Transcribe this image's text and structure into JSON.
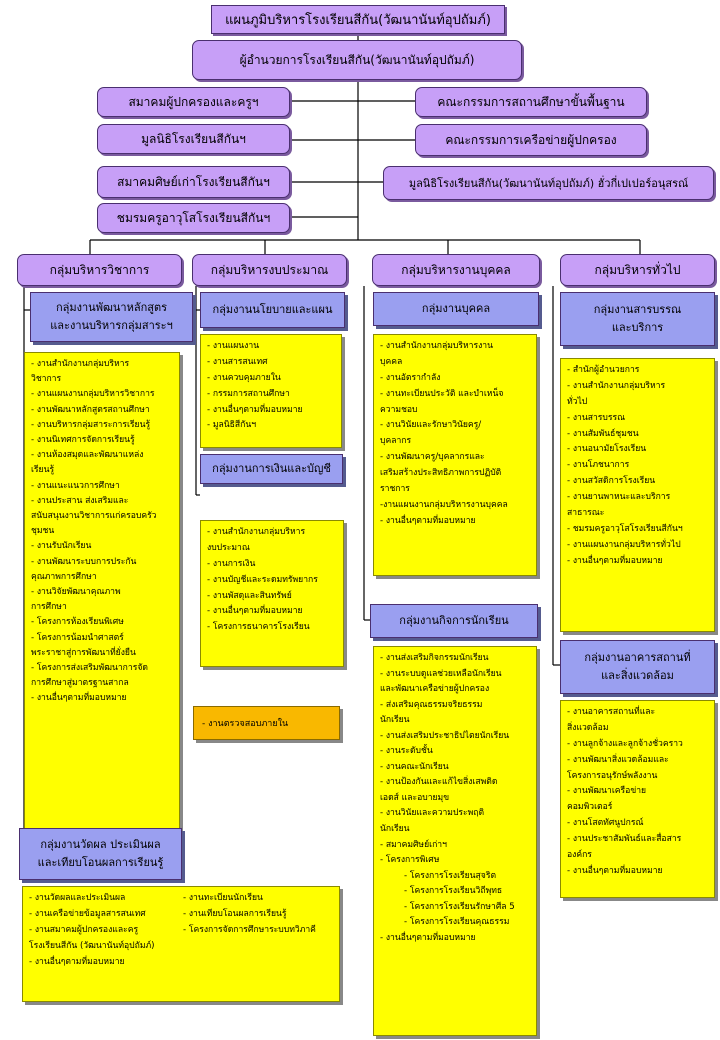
{
  "title": "แผนภูมิบริหารโรงเรียนสีกัน(วัฒนานันท์อุปถัมภ์)",
  "director": "ผู้อำนวยการโรงเรียนสีกัน(วัฒนานันท์อุปถัมภ์)",
  "left_assoc": [
    "สมาคมผู้ปกครองและครูฯ",
    "มูลนิธิโรงเรียนสีกันฯ",
    "สมาคมศิษย์เก่าโรงเรียนสีกันฯ",
    "ชมรมครูอาวุโสโรงเรียนสีกันฯ"
  ],
  "right_assoc": [
    "คณะกรรมการสถานศึกษาขั้นพื้นฐาน",
    "คณะกรรมการเครือข่ายผู้ปกครอง",
    "มูลนิธิโรงเรียนสีกัน(วัฒนานันท์อุปถัมภ์) ฮั่วกี่เปเปอร์อนุสรณ์"
  ],
  "groups": [
    "กลุ่มบริหารวิชาการ",
    "กลุ่มบริหารงบประมาณ",
    "กลุ่มบริหารงานบุคคล",
    "กลุ่มบริหารทั่วไป"
  ],
  "academic": {
    "sub1": [
      "กลุ่มงานพัฒนาหลักสูตร",
      "และงานบริหารกลุ่มสาระฯ"
    ],
    "items1": [
      "- งานสำนักงานกลุ่มบริหาร",
      "วิชาการ",
      "- งานแผนงานกลุ่มบริหารวิชาการ",
      "- งานพัฒนาหลักสูตรสถานศึกษา",
      "- งานบริหารกลุ่มสาระการเรียนรู้",
      "- งานนิเทศการจัดการเรียนรู้",
      "- งานห้องสมุดและพัฒนาแหล่ง",
      "เรียนรู้",
      "- งานแนะแนวการศึกษา",
      "- งานประสาน ส่งเสริมและ",
      "สนับสนุนงานวิชาการแก่ครอบครัว",
      "ชุมชน",
      "- งานรับนักเรียน",
      "- งานพัฒนาระบบการประกัน",
      "คุณภาพการศึกษา",
      "- งานวิจัยพัฒนาคุณภาพ",
      "การศึกษา",
      "- โครงการห้องเรียนพิเศษ",
      "- โครงการน้อมนำศาสตร์",
      "พระราชาสู่การพัฒนาที่ยั่งยืน",
      "- โครงการส่งเสริมพัฒนาการจัด",
      "การศึกษาสู่มาตรฐานสากล",
      "- งานอื่นๆตามที่มอบหมาย"
    ],
    "sub2": [
      "กลุ่มงานวัดผล ประเมินผล",
      "และเทียบโอนผลการเรียนรู้"
    ],
    "items2_left": [
      "- งานวัดผลและประเมินผล",
      "- งานเครือข่ายข้อมูลสารสนเทศ",
      "- งานสมาคมผู้ปกครองและครู",
      "โรงเรียนสีกัน (วัฒนานันท์อุปถัมภ์)",
      "- งานอื่นๆตามที่มอบหมาย"
    ],
    "items2_right": [
      "- งานทะเบียนนักเรียน",
      "- งานเทียบโอนผลการเรียนรู้",
      "- โครงการจัดการศึกษาระบบทวิภาคี"
    ]
  },
  "budget": {
    "sub1": "กลุ่มงานนโยบายและแผน",
    "items1": [
      "- งานแผนงาน",
      "- งานสารสนเทศ",
      "- งานควบคุมภายใน",
      "- กรรมการสถานศึกษา",
      "- งานอื่นๆตามที่มอบหมาย",
      "- มูลนิธิสีกันฯ"
    ],
    "sub2": "กลุ่มงานการเงินและบัญชี",
    "items2": [
      "- งานสำนักงานกลุ่มบริหาร",
      "งบประมาณ",
      "- งานการเงิน",
      "- งานบัญชีและระดมทรัพยากร",
      "- งานพัสดุและสินทรัพย์",
      "- งานอื่นๆตามที่มอบหมาย",
      "- โครงการธนาคารโรงเรียน"
    ],
    "audit": "- งานตรวจสอบภายใน"
  },
  "personnel": {
    "sub1": "กลุ่มงานบุคคล",
    "items1": [
      "- งานสำนักงานกลุ่มบริหารงาน",
      "บุคคล",
      "- งานอัตรากำลัง",
      "- งานทะเบียนประวัติ และบำเหน็จ",
      "ความชอบ",
      "- งานวินัยและรักษาวินัยครู/",
      "บุคลากร",
      "- งานพัฒนาครู/บุคลากรและ",
      "เสริมสร้างประสิทธิภาพการปฏิบัติ",
      "ราชการ",
      "-งานแผนงานกลุ่มบริหารงานบุคคล",
      "- งานอื่นๆตามที่มอบหมาย"
    ],
    "sub2": "กลุ่มงานกิจการนักเรียน",
    "items2": [
      "- งานส่งเสริมกิจกรรมนักเรียน",
      "- งานระบบดูแลช่วยเหลือนักเรียน",
      "และพัฒนาเครือข่ายผู้ปกครอง",
      "- ส่งเสริมคุณธรรมจริยธรรม",
      "นักเรียน",
      "- งานส่งเสริมประชาธิปไตยนักเรียน",
      "- งานระดับชั้น",
      "- งานคณะนักเรียน",
      "- งานป้องกันและแก้ไขสิ่งเสพติด",
      "เอดส์ และอบายมุข",
      "- งานวินัยและความประพฤติ",
      "นักเรียน",
      "- สมาคมศิษย์เก่าฯ",
      "- โครงการพิเศษ"
    ],
    "items2_special": [
      "- โครงการโรงเรียนสุจริต",
      "- โครงการโรงเรียนวิถีพุทธ",
      "- โครงการโรงเรียนรักษาศีล 5",
      "- โครงการโรงเรียนคุณธรรม"
    ],
    "items2_tail": "- งานอื่นๆตามที่มอบหมาย"
  },
  "general": {
    "sub1": [
      "กลุ่มงานสารบรรณ",
      "และบริการ"
    ],
    "items1": [
      "- สำนักผู้อำนวยการ",
      "- งานสำนักงานกลุ่มบริหาร",
      "ทั่วไป",
      "- งานสารบรรณ",
      "- งานสัมพันธ์ชุมชน",
      "- งานอนามัยโรงเรียน",
      "- งานโภชนาการ",
      "- งานสวัสดิการโรงเรียน",
      "- งานยานพาหนะและบริการ",
      "สาธารณะ",
      "- ชมรมครูอาวุโสโรงเรียนสีกันฯ",
      "- งานแผนงานกลุ่มบริหารทั่วไป",
      "- งานอื่นๆตามที่มอบหมาย"
    ],
    "sub2": [
      "กลุ่มงานอาคารสถานที่",
      "และสิ่งแวดล้อม"
    ],
    "items2": [
      "- งานอาคารสถานที่และ",
      "สิ่งแวดล้อม",
      "- งานลูกจ้างและลูกจ้างชั่วคราว",
      "- งานพัฒนาสิ่งแวดล้อมและ",
      "โครงการอนุรักษ์พลังงาน",
      "- งานพัฒนาเครือข่าย",
      "คอมพิวเตอร์",
      "- งานโสตทัศนูปกรณ์",
      "- งานประชาสัมพันธ์และสื่อสาร",
      "องค์กร",
      "- งานอื่นๆตามที่มอบหมาย"
    ]
  }
}
